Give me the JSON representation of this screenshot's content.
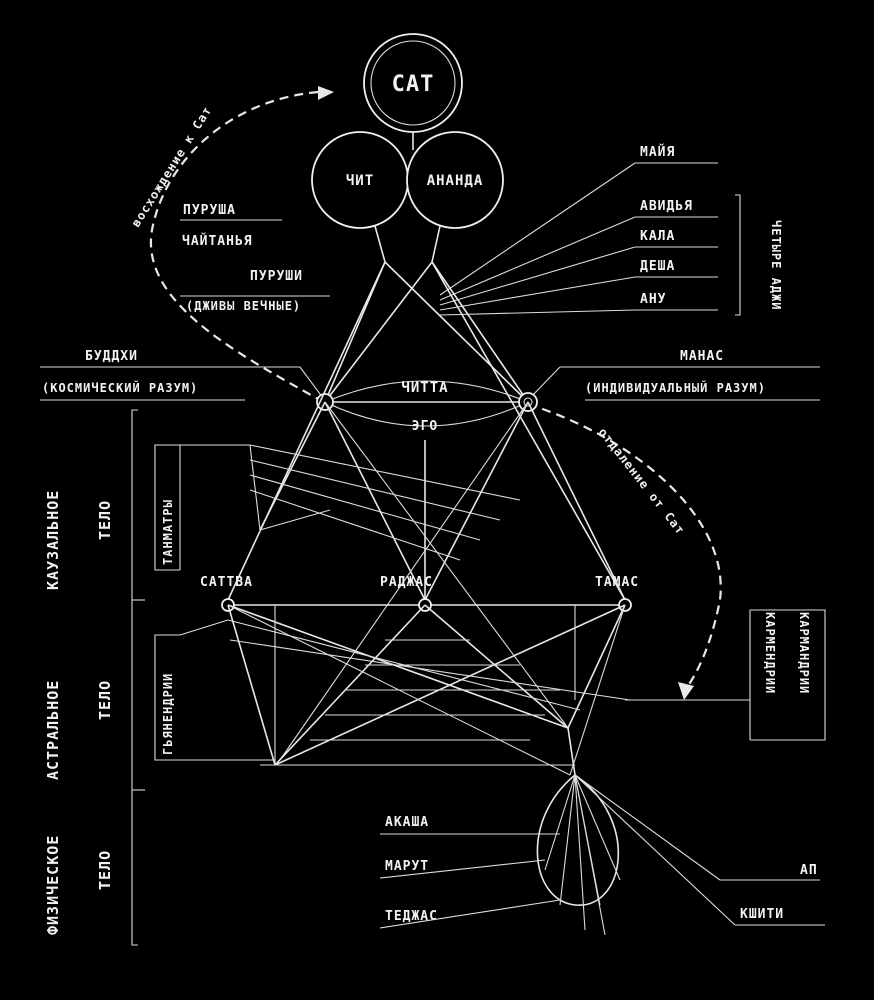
{
  "circles": {
    "sat": "САТ",
    "chit": "ЧИТ",
    "ananda": "АНАНДА"
  },
  "path_to_sat_top": "восхождение к Сат",
  "path_to_sat_right": "отдаление от Сат",
  "left_top_labels": {
    "puruusha_l": "ПУРУША",
    "chaitanya": "ЧАЙТАНЬЯ",
    "purushi": "ПУРУШИ",
    "jivas": "(ДЖИВЫ ВЕЧНЫЕ)"
  },
  "right_top_labels": {
    "maya": "МАЙЯ",
    "avidya": "АВИДЬЯ",
    "kala": "КАЛА",
    "desha": "ДЕША",
    "anu": "АНУ",
    "four_adjuncts": "ЧЕТЫРЕ АДЖИ"
  },
  "buddhi": "БУДДХИ",
  "buddhi_sub": "(КОСМИЧЕСКИЙ РАЗУМ)",
  "manas": "МАНАС",
  "manas_sub": "(ИНДИВИДУАЛЬНЫЙ РАЗУМ)",
  "chitta": "ЧИТТА",
  "ego": "ЭГО",
  "gunas": {
    "sattva": "САТТВА",
    "rajas": "РАДЖАС",
    "tamas": "ТАМАС"
  },
  "left_vertical": {
    "causal": "КАУЗАЛЬНОЕ",
    "causal2": "ТЕЛО",
    "astral": "АСТРАЛЬНОЕ",
    "astral2": "ТЕЛО",
    "physical": "ФИЗИЧЕСКОЕ",
    "physical2": "ТЕЛО",
    "tattvas_causal": "ТАНМАТРЫ",
    "tattvas_astral": "ГЬЯНЕНДРИИ"
  },
  "right_vertical": {
    "karmendriyas": "КАРМЕНДРИИ",
    "karmendriyas2": "КАРМАНДРИИ"
  },
  "elements": {
    "akasha": "АКАША",
    "marut": "МАРУТ",
    "tejas": "ТЕДЖАС",
    "ap": "АП",
    "kshiti": "КШИТИ"
  }
}
